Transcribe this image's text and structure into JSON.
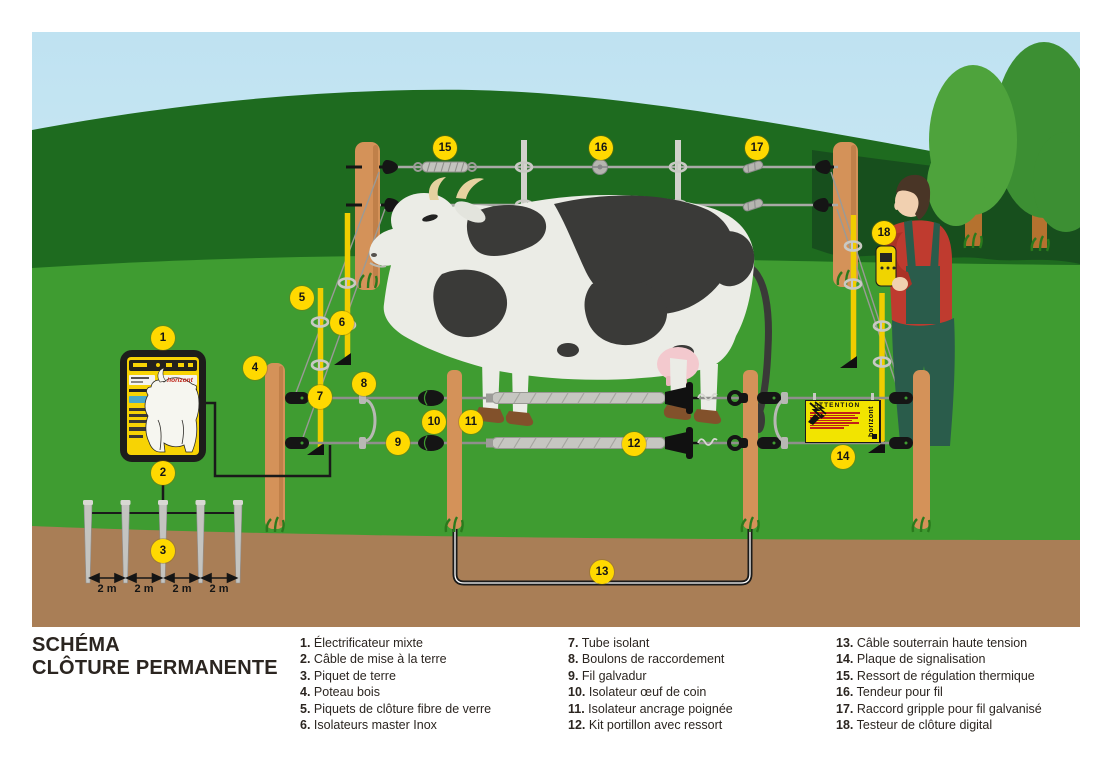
{
  "callouts": [
    "1",
    "2",
    "3",
    "4",
    "5",
    "6",
    "7",
    "8",
    "9",
    "10",
    "11",
    "12",
    "13",
    "14",
    "15",
    "16",
    "17",
    "18"
  ],
  "scene": {
    "ground_distance_labels": [
      "2 m",
      "2 m",
      "2 m",
      "2 m"
    ],
    "energizer_brand": "horizont",
    "warning_sign": {
      "brand": "horizont",
      "title": "ATTENTION"
    }
  },
  "legend": {
    "title_lines": [
      "SCHÉMA",
      "CLÔTURE PERMANENTE"
    ],
    "columns": [
      {
        "items": [
          {
            "num": "1.",
            "label": "Électrificateur mixte"
          },
          {
            "num": "2.",
            "label": "Câble de mise à la terre"
          },
          {
            "num": "3.",
            "label": "Piquet de terre"
          },
          {
            "num": "4.",
            "label": "Poteau bois"
          },
          {
            "num": "5.",
            "label": "Piquets de clôture fibre de verre"
          },
          {
            "num": "6.",
            "label": "Isolateurs master Inox"
          }
        ]
      },
      {
        "items": [
          {
            "num": "7.",
            "label": "Tube isolant"
          },
          {
            "num": "8.",
            "label": "Boulons de raccordement"
          },
          {
            "num": "9.",
            "label": "Fil galvadur"
          },
          {
            "num": "10.",
            "label": "Isolateur œuf de coin"
          },
          {
            "num": "11.",
            "label": "Isolateur ancrage poignée"
          },
          {
            "num": "12.",
            "label": "Kit portillon avec ressort"
          }
        ]
      },
      {
        "items": [
          {
            "num": "13.",
            "label": "Câble souterrain haute tension"
          },
          {
            "num": "14.",
            "label": "Plaque de signalisation"
          },
          {
            "num": "15.",
            "label": "Ressort de régulation thermique"
          },
          {
            "num": "16.",
            "label": "Tendeur pour fil"
          },
          {
            "num": "17.",
            "label": "Raccord gripple pour fil galvanisé"
          },
          {
            "num": "18.",
            "label": "Testeur de clôture digital"
          }
        ]
      }
    ]
  },
  "colors": {
    "sky": "#c7e6f4",
    "hill": "#1e6b1f",
    "field": "#3f9c31",
    "soil": "#a97e56",
    "wood": "#d49259",
    "accent_yellow": "#ffd900",
    "fiberglass_yellow": "#f0cd00",
    "warning_red": "#c22018",
    "wire_gray": "#8f8f8c"
  }
}
